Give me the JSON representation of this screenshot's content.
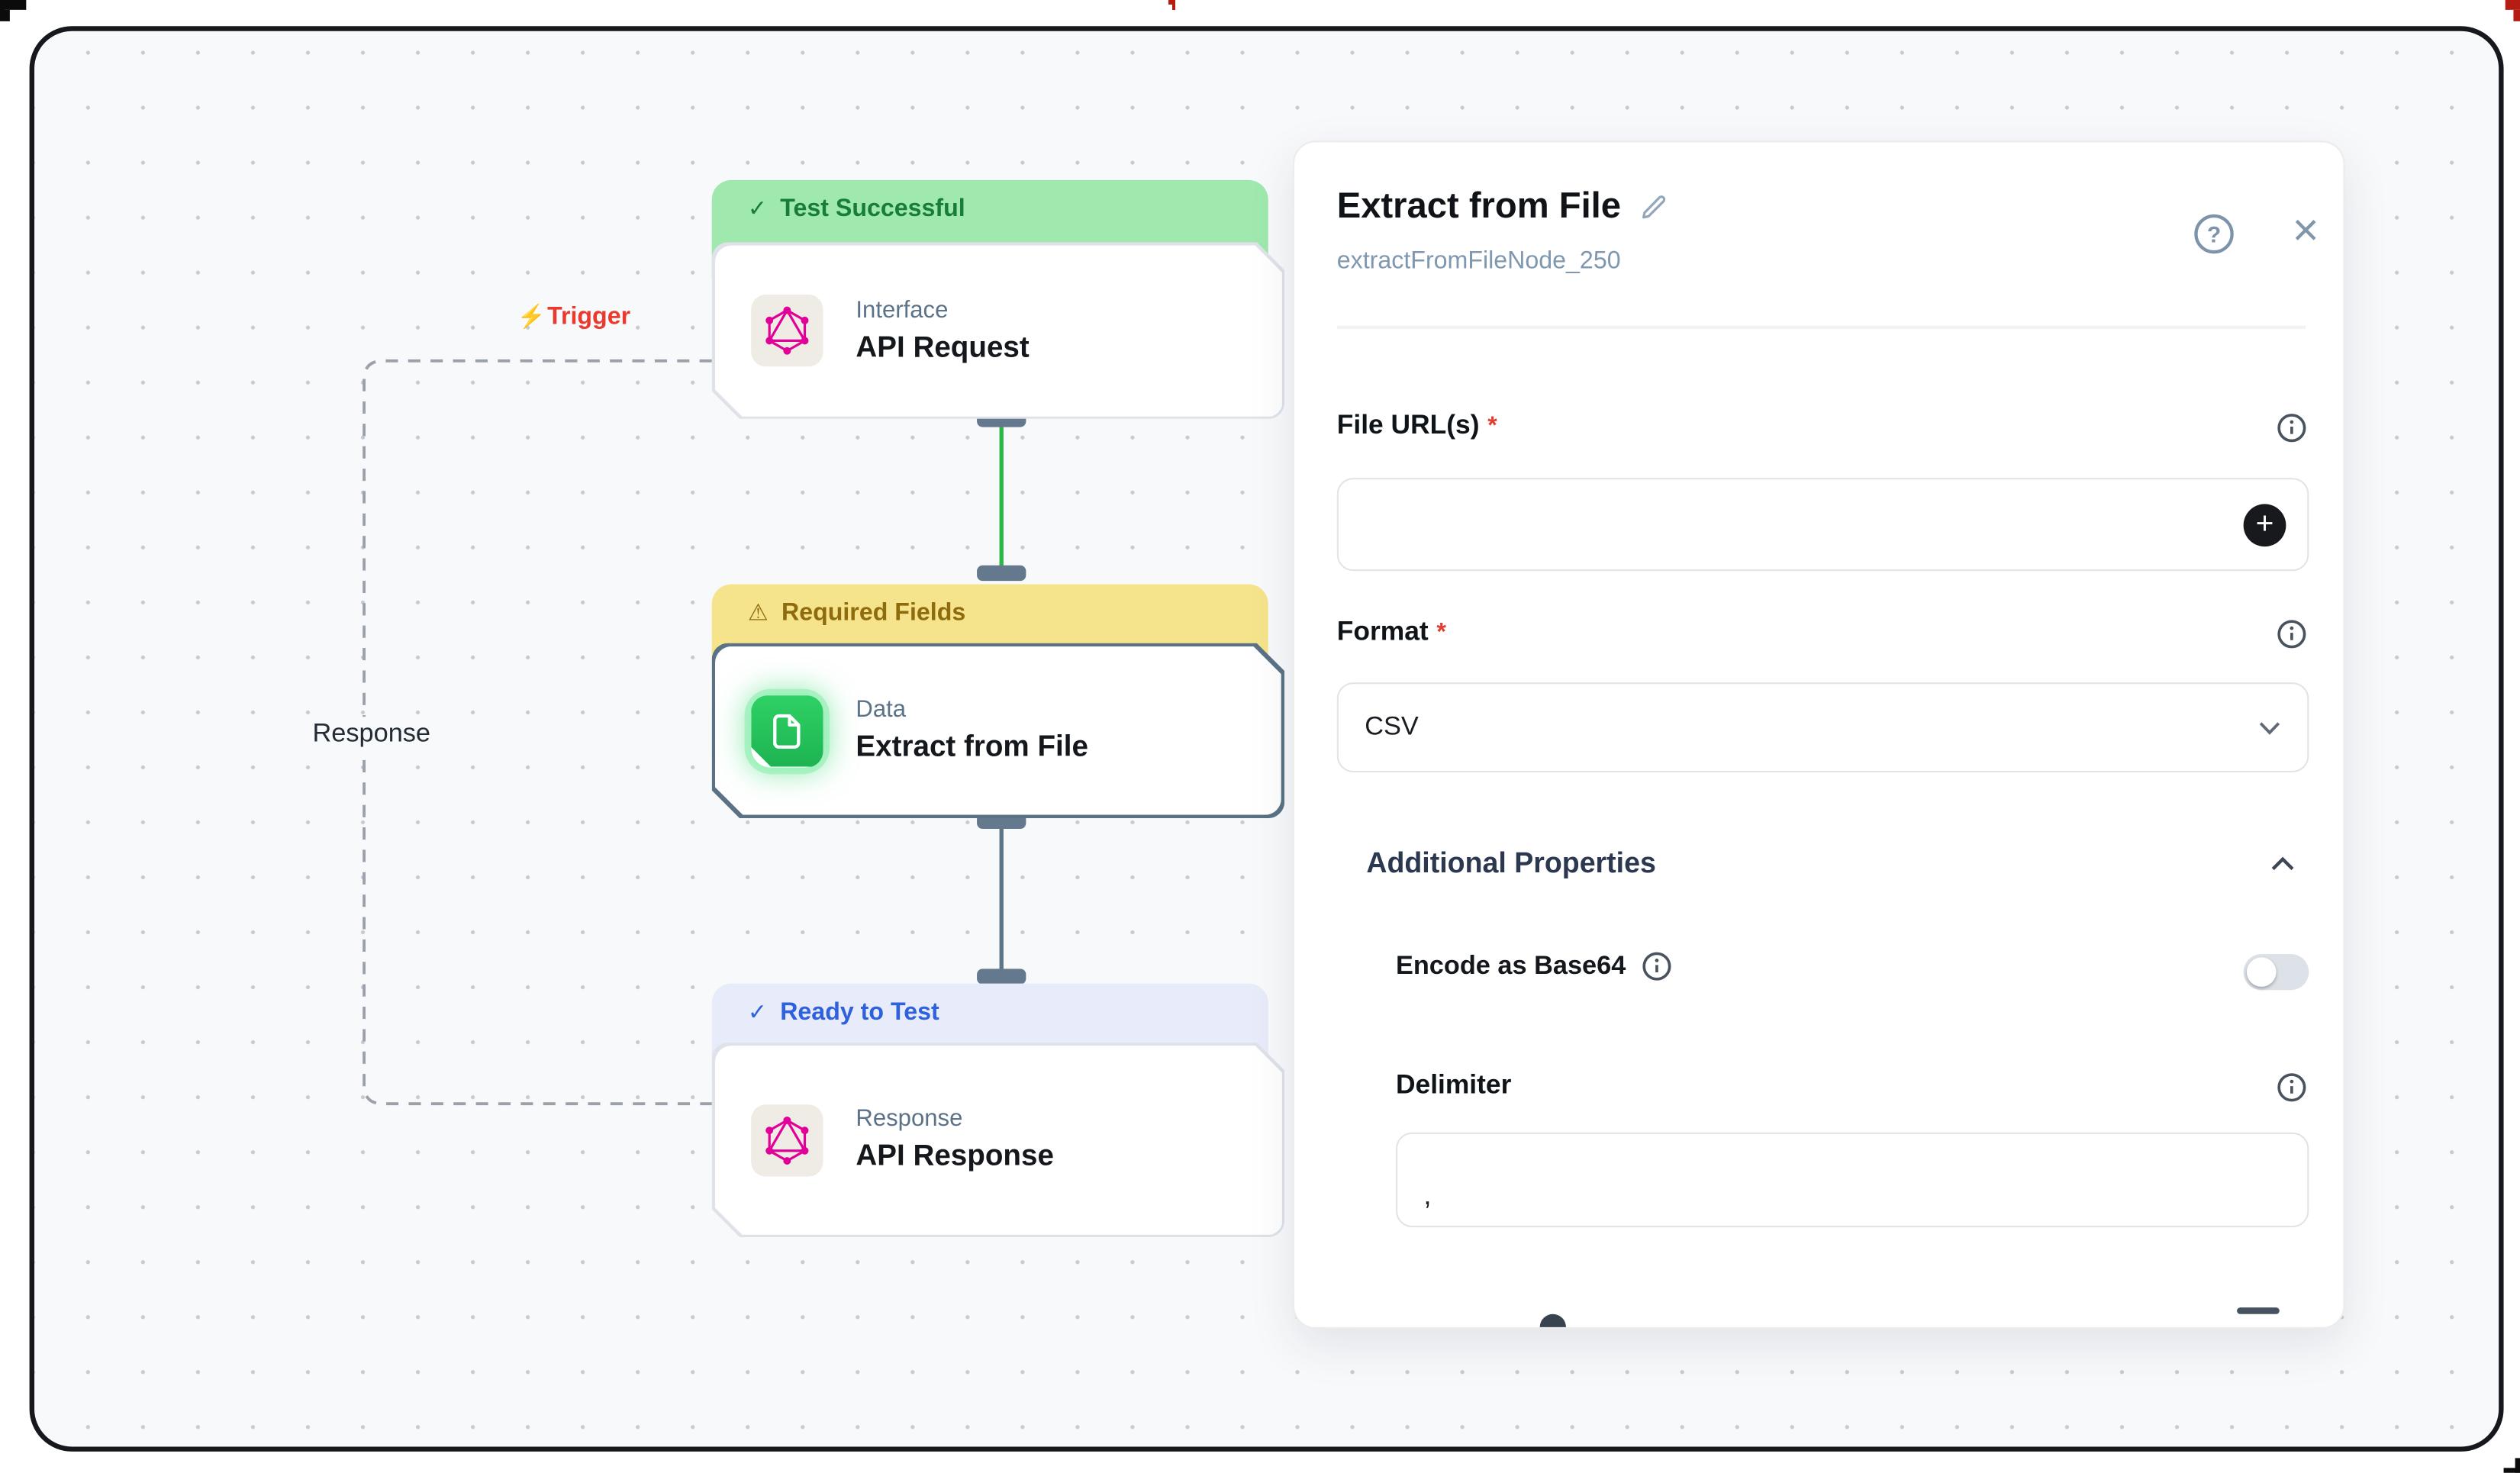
{
  "icons": {
    "check": "✓",
    "warning": "⚠",
    "bolt": "⚡",
    "plus": "+",
    "help": "?",
    "close": "×"
  },
  "canvas": {
    "edge_labels": {
      "trigger": "Trigger",
      "response": "Response"
    },
    "nodes": [
      {
        "status": "Test Successful",
        "category": "Interface",
        "title": "API Request"
      },
      {
        "status": "Required Fields",
        "category": "Data",
        "title": "Extract from File"
      },
      {
        "status": "Ready to Test",
        "category": "Response",
        "title": "API Response"
      }
    ]
  },
  "panel": {
    "title": "Extract from File",
    "subtitle": "extractFromFileNode_250",
    "file_urls": {
      "label": "File URL(s)",
      "required_mark": "*",
      "value": ""
    },
    "format": {
      "label": "Format",
      "required_mark": "*",
      "value": "CSV"
    },
    "additional_properties": {
      "label": "Additional Properties"
    },
    "encode_base64": {
      "label": "Encode as Base64",
      "value": "off"
    },
    "delimiter": {
      "label": "Delimiter",
      "value": ","
    }
  },
  "colors": {
    "status_success_bg": "#9fe9ae",
    "status_success_text": "#177d39",
    "status_warning_bg": "#f6e48c",
    "status_warning_text": "#8e6c0e",
    "status_ready_bg": "#e7ebfa",
    "status_ready_text": "#2e61dd",
    "trigger_red": "#ea3a30",
    "required_red": "#e23d32",
    "graphql_pink": "#e10098",
    "node_green": "#22c55e",
    "connector_slate": "#5e7588",
    "connector_green": "#2db845",
    "canvas_bg": "#f8f9fb",
    "frame_border": "#16181d"
  }
}
